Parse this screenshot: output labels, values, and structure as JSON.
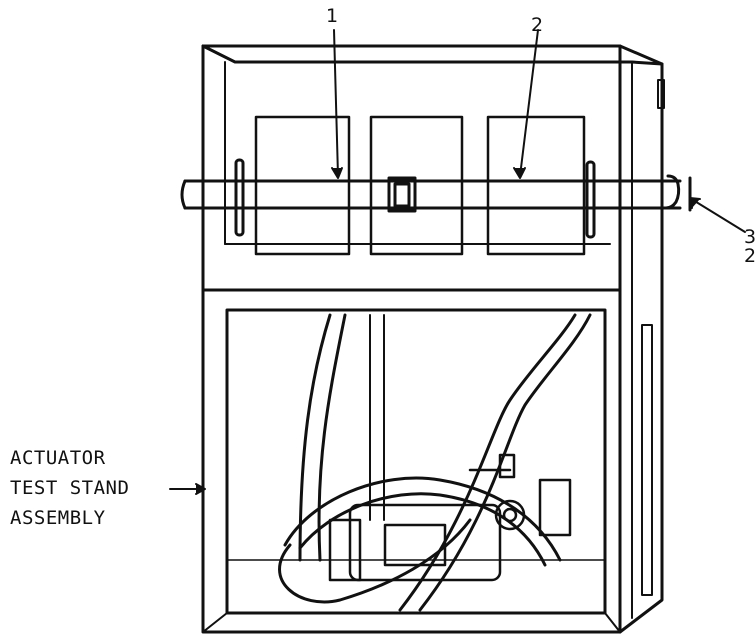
{
  "callouts": {
    "item_1": "1",
    "item_2": "2",
    "item_3_top": "3",
    "item_3_bottom": "2"
  },
  "assembly_label": {
    "line1": "ACTUATOR",
    "line2": "TEST STAND",
    "line3": "ASSEMBLY"
  }
}
